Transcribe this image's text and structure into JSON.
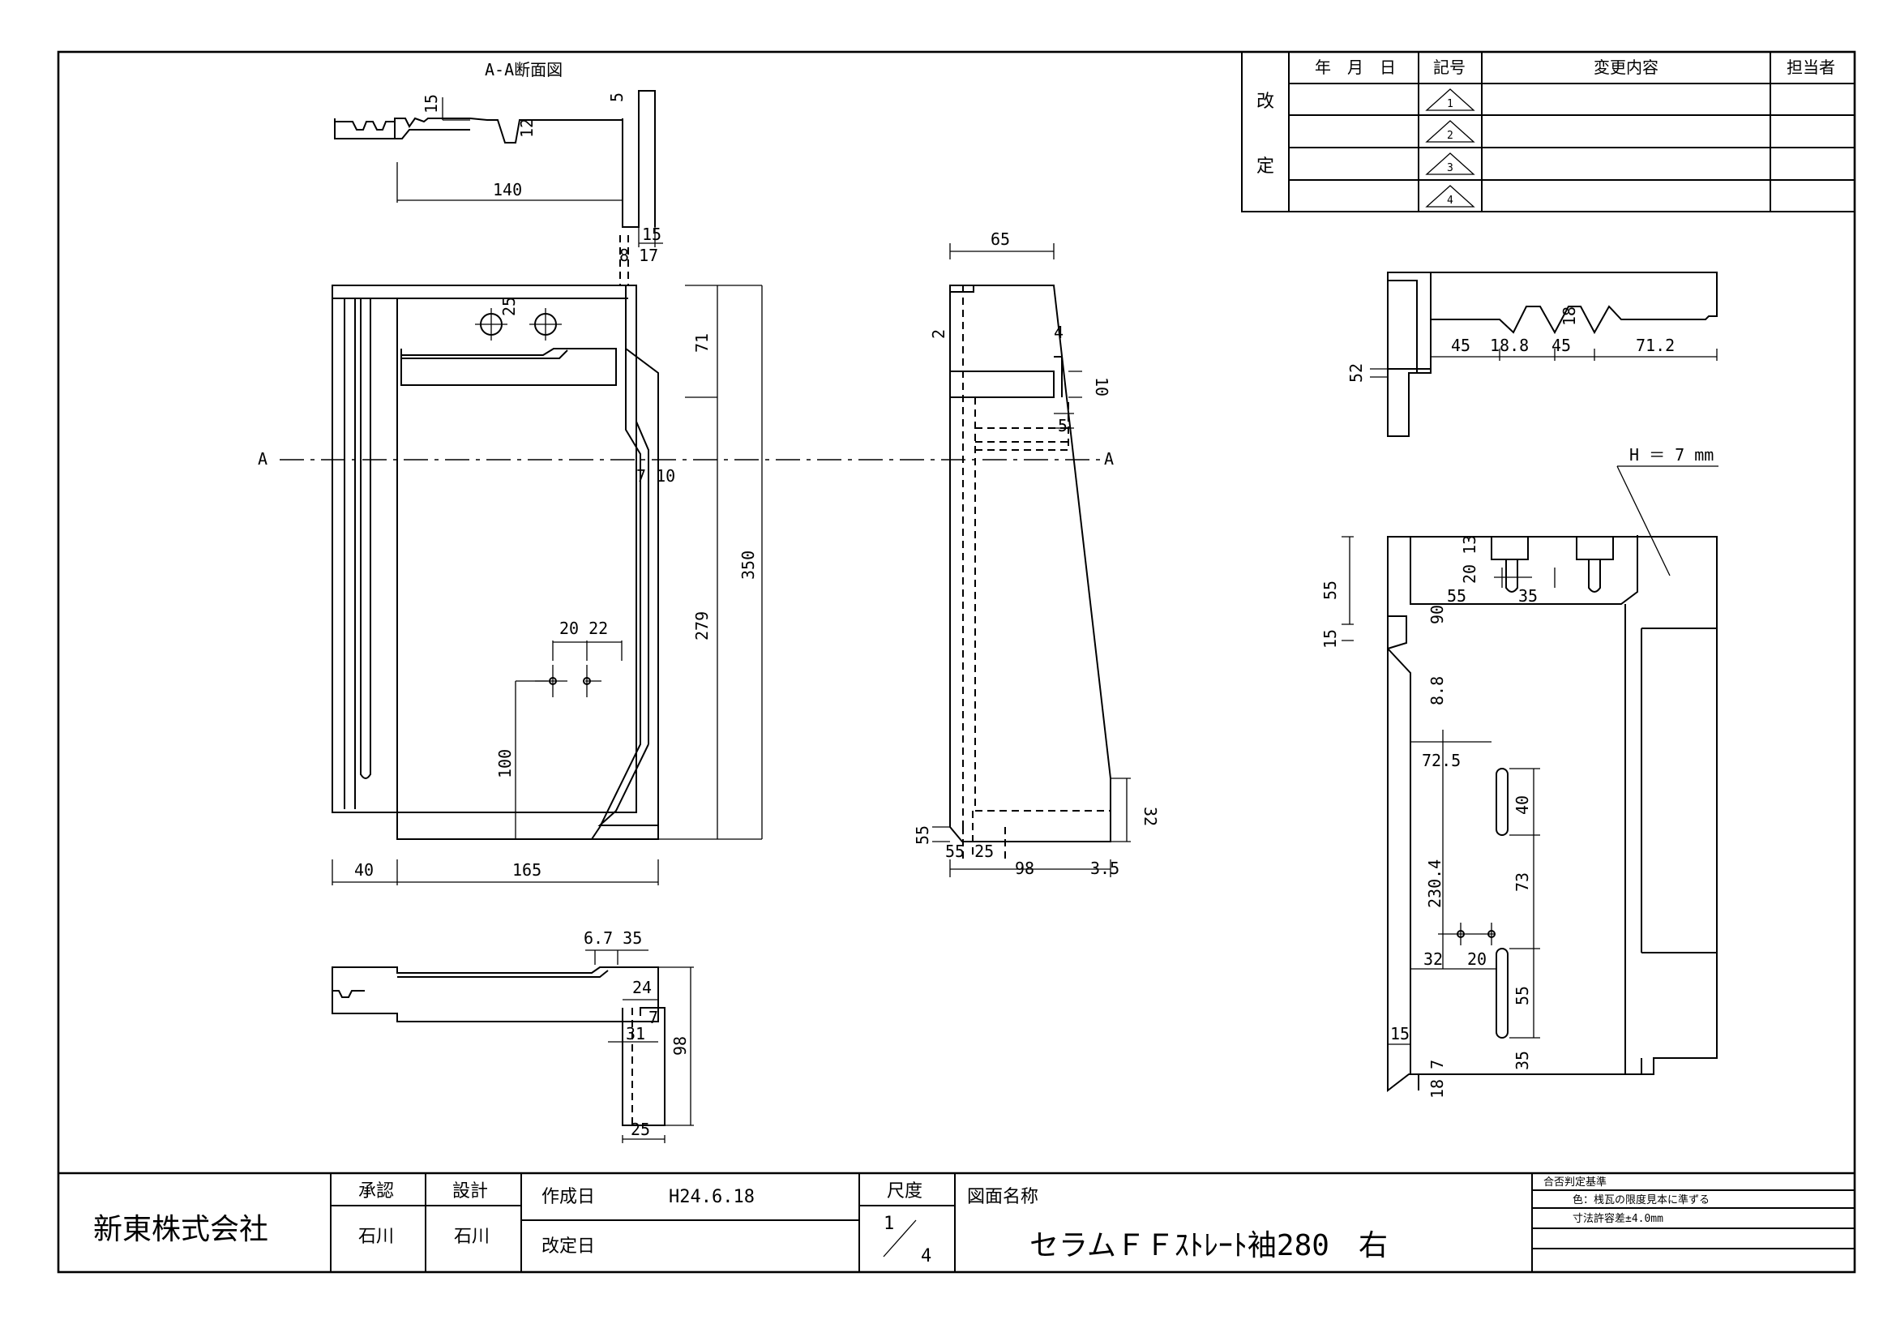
{
  "section": {
    "title": "A-A断面図",
    "a_left": "A",
    "a_right": "A"
  },
  "revision": {
    "side_label_1": "改",
    "side_label_2": "定",
    "col_date": "年　月　日",
    "col_mark": "記号",
    "col_content": "変更内容",
    "col_person": "担当者",
    "marks": [
      "1",
      "2",
      "3",
      "4"
    ]
  },
  "dims": {
    "d140": "140",
    "d15_top": "15",
    "d5_top": "5",
    "d12": "12",
    "d15_right": "15",
    "d8_17": "8 17",
    "d25": "25",
    "d71": "71",
    "d350": "350",
    "d279": "279",
    "d7_10": "7 10",
    "d20_22": "20  22",
    "d100": "100",
    "d40": "40",
    "d165": "165",
    "d67_35": "6.7 35",
    "d24": "24",
    "d31": "31",
    "d7b": "7",
    "d98v": "98",
    "d25b": "25",
    "d65": "65",
    "d2": "2",
    "d4": "4",
    "d10": "10",
    "d5s": "5",
    "d32": "32",
    "d55s": "55",
    "d55_25": "55 25",
    "d98h": "98",
    "d3_5": "3.5",
    "r45a": "45",
    "r18_8": "18.8",
    "r45b": "45",
    "r71_2": "71.2",
    "r18": "18",
    "r52": "52",
    "h7": "H ＝ 7 mm",
    "r55": "55",
    "r15": "15",
    "r20_13": "20 13",
    "r90": "90",
    "r55b": "55",
    "r35": "35",
    "r8_8": "8.8",
    "r72_5": "72.5",
    "r40": "40",
    "r230_4": "230.4",
    "r73": "73",
    "r32": "32",
    "r20": "20",
    "r55c": "55",
    "r15b": "15",
    "r18_7": "18 7",
    "r35b": "35"
  },
  "title_block": {
    "company": "新東株式会社",
    "approve_label": "承認",
    "approve_name": "石川",
    "design_label": "設計",
    "design_name": "石川",
    "created_label": "作成日",
    "created_date": "H24.6.18",
    "revised_label": "改定日",
    "scale_label": "尺度",
    "scale_num": "1",
    "scale_den": "4",
    "drawing_name_label": "図面名称",
    "drawing_name": "セラムＦＦｽﾄﾚｰﾄ袖280　右",
    "criteria_title": "合否判定基準",
    "criteria_color": "色：桟瓦の限度見本に準ずる",
    "criteria_tol": "寸法許容差±4.0mm"
  }
}
